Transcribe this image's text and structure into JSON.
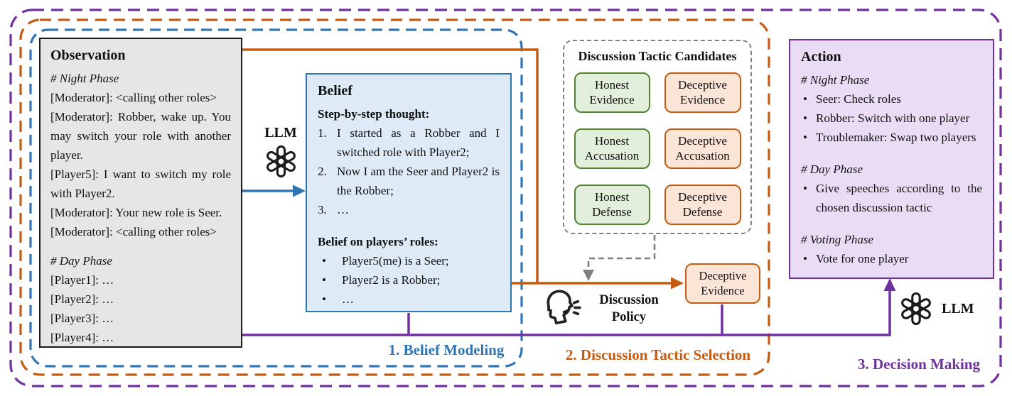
{
  "diagram": {
    "stages": {
      "belief_modeling": {
        "label": "1. Belief Modeling",
        "color": "#2E75B6"
      },
      "tactic_selection": {
        "label": "2. Discussion Tactic Selection",
        "color": "#C55A11"
      },
      "decision_making": {
        "label": "3. Decision Making",
        "color": "#7030A0"
      }
    },
    "observation": {
      "title": "Observation",
      "lines": [
        "# Night Phase",
        "[Moderator]: <calling other roles>",
        "[Moderator]: Robber, wake up. You may switch your role with another player.",
        "[Player5]: I want to switch my role with Player2.",
        "[Moderator]: Your new role is Seer.",
        "[Moderator]: <calling other roles>",
        "# Day Phase",
        "[Player1]: …",
        "[Player2]: …",
        "[Player3]: …",
        "[Player4]: …"
      ]
    },
    "llm_left": {
      "label": "LLM",
      "icon": "openai-logo"
    },
    "llm_right": {
      "label": "LLM",
      "icon": "openai-logo"
    },
    "belief": {
      "title": "Belief",
      "thought_heading": "Step-by-step thought:",
      "thought_items": [
        {
          "num": "1.",
          "text": "I started as a Robber and I switched role with Player2;"
        },
        {
          "num": "2.",
          "text": "Now I am the Seer and Player2 is the Robber;"
        },
        {
          "num": "3.",
          "text": "…"
        }
      ],
      "roles_heading": "Belief on players’ roles:",
      "role_items": [
        "Player5(me) is a Seer;",
        "Player2 is a Robber;",
        "…"
      ]
    },
    "candidates": {
      "title": "Discussion Tactic Candidates",
      "items": [
        {
          "label": "Honest Evidence",
          "type": "honest"
        },
        {
          "label": "Deceptive Evidence",
          "type": "deceptive"
        },
        {
          "label": "Honest Accusation",
          "type": "honest"
        },
        {
          "label": "Deceptive Accusation",
          "type": "deceptive"
        },
        {
          "label": "Honest Defense",
          "type": "honest"
        },
        {
          "label": "Deceptive Defense",
          "type": "deceptive"
        }
      ]
    },
    "policy": {
      "label": "Discussion Policy",
      "icon": "speaking-head-icon"
    },
    "selected_tactic": {
      "label": "Deceptive Evidence"
    },
    "action": {
      "title": "Action",
      "sections": [
        {
          "heading": "# Night Phase",
          "bullets": [
            "Seer: Check roles",
            "Robber: Switch with one player",
            "Troublemaker: Swap two players"
          ]
        },
        {
          "heading": "# Day Phase",
          "bullets": [
            "Give speeches according to the chosen discussion tactic"
          ]
        },
        {
          "heading": "# Voting Phase",
          "bullets": [
            "Vote for one player"
          ]
        }
      ]
    },
    "colors": {
      "stage1_blue": "#2E75B6",
      "stage2_orange": "#C55A11",
      "stage3_purple": "#7030A0",
      "honest_green_border": "#538135",
      "honest_green_fill": "#E2EFDA",
      "deceptive_orange_fill": "#FBE5D6",
      "belief_fill": "#DEEAF6",
      "observation_fill": "#E7E6E6",
      "action_fill": "#E9DCF4",
      "connector_gray": "#7F7F7F"
    }
  }
}
